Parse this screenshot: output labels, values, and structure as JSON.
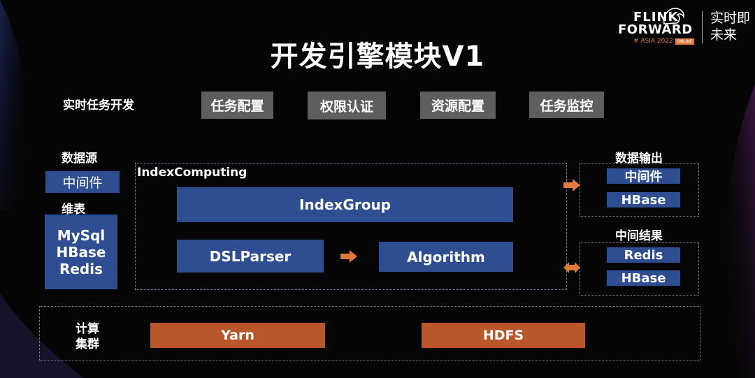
{
  "header": {
    "title": "开发引擎模块V1",
    "logo": {
      "line1": "FLINK",
      "line2": "FORWARD",
      "line3": "# ASIA 2022",
      "badge": "ONLINE",
      "slogan_line1": "实时即",
      "slogan_line2": "未来"
    }
  },
  "task_row": {
    "label": "实时任务开发",
    "buttons": [
      "任务配置",
      "权限认证",
      "资源配置",
      "任务监控"
    ]
  },
  "data_source": {
    "label": "数据源",
    "middleware": "中间件",
    "dim_label": "维表",
    "dim_items": [
      "MySql",
      "HBase",
      "Redis"
    ]
  },
  "index_computing": {
    "label": "IndexComputing",
    "index_group": "IndexGroup",
    "dsl_parser": "DSLParser",
    "algorithm": "Algorithm"
  },
  "data_output": {
    "label": "数据输出",
    "items": [
      "中间件",
      "HBase"
    ]
  },
  "intermediate": {
    "label": "中间结果",
    "items": [
      "Redis",
      "HBase"
    ]
  },
  "cluster": {
    "label_line1": "计算",
    "label_line2": "集群",
    "yarn": "Yarn",
    "hdfs": "HDFS"
  },
  "colors": {
    "blue": "#2f4e92",
    "orange": "#b8582a",
    "arrow": "#e07a3c",
    "gray": "#5e5e5e"
  }
}
